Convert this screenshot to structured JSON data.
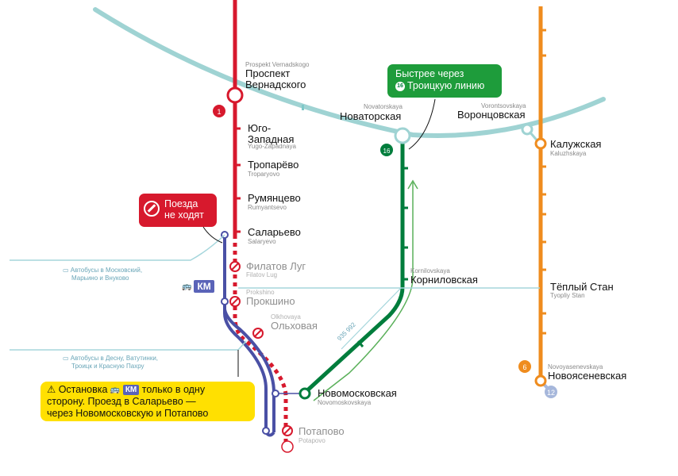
{
  "stations": {
    "prospekt": {
      "ru": "Проспект\nВернадского",
      "en": "Prospekt Vernadskogo"
    },
    "yugo": {
      "ru": "Юго-\nЗападная",
      "en": "Yugo-Zapadnaya"
    },
    "troparevo": {
      "ru": "Тропарёво",
      "en": "Troparyovo"
    },
    "rumyantsevo": {
      "ru": "Румянцево",
      "en": "Rumyantsevo"
    },
    "salarevo": {
      "ru": "Саларьево",
      "en": "Salaryevo"
    },
    "filatov": {
      "ru": "Филатов Луг",
      "en": "Filatov Lug"
    },
    "prokshino": {
      "ru": "Прокшино",
      "en": "Prokshino"
    },
    "olkhovaya": {
      "ru": "Ольховая",
      "en": "Olkhovaya"
    },
    "potapovo": {
      "ru": "Потапово",
      "en": "Potapovo"
    },
    "novatorskaya": {
      "ru": "Новаторская",
      "en": "Novatorskaya"
    },
    "vorontsovskaya": {
      "ru": "Воронцовская",
      "en": "Vorontsovskaya"
    },
    "kaluzhskaya": {
      "ru": "Калужская",
      "en": "Kaluzhskaya"
    },
    "kornilovskaya": {
      "ru": "Корниловская",
      "en": "Kornilovskaya"
    },
    "teply": {
      "ru": "Тёплый Стан",
      "en": "Tyopliy Stan"
    },
    "novomoskovskaya": {
      "ru": "Новомосковская",
      "en": "Novomoskovskaya"
    },
    "novoyasenevskaya": {
      "ru": "Новоясеневская",
      "en": "Novoyasenevskaya"
    }
  },
  "lines": {
    "sokolnicheskaya": {
      "number": "1",
      "color": "#d7192d"
    },
    "troitskaya": {
      "number": "16",
      "color": "#007d3c"
    },
    "kaluzhsko": {
      "number": "6",
      "color": "#ef8c1e"
    },
    "butovskaya": {
      "number": "12",
      "color": "#a6b7db"
    },
    "bkl": {
      "color": "#7ec8c8"
    },
    "shuttle": {
      "color": "#4a50a5"
    }
  },
  "callouts": {
    "closed": "Поезда\nне ходят",
    "fast_line1": "Быстрее через",
    "fast_badge": "16",
    "fast_line2": "Троицкую линию",
    "warn_pre": "Остановка",
    "warn_km": "КМ",
    "warn_post": "только в одну",
    "warn_line2": "сторону. Проезд в Саларьево —",
    "warn_line3": "через Новомосковскую и Потапово"
  },
  "bus": {
    "moscow": "Автобусы в Московский,\nМарьино и Внуково",
    "desna": "Автобусы в Десну, Ватутинки,\nТроицк и Красную Пахру",
    "route": "935 992"
  },
  "km_icon": "КМ"
}
